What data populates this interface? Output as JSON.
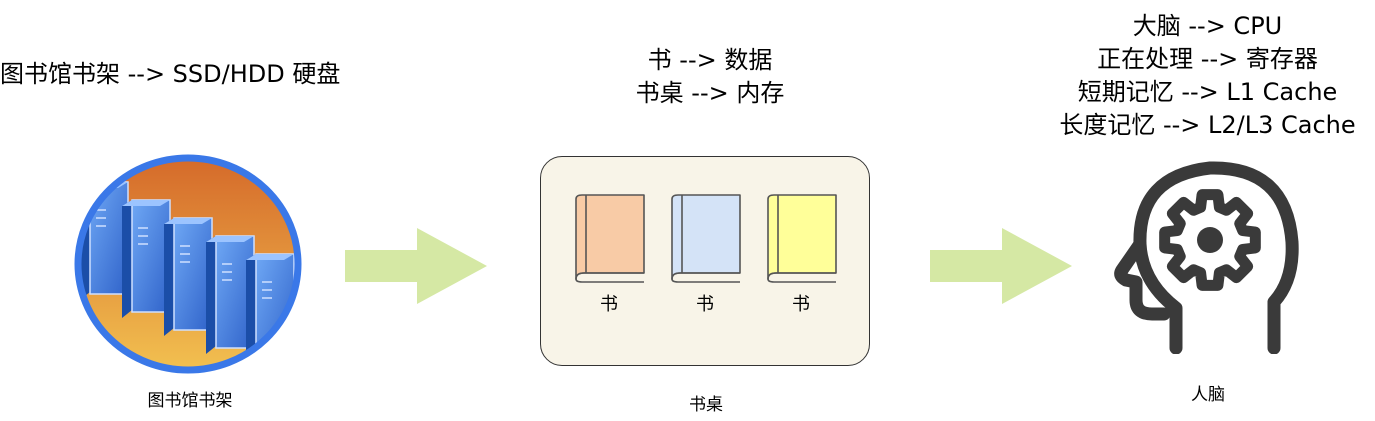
{
  "left": {
    "heading": "图书馆书架 --> SSD/HDD 硬盘",
    "caption": "图书馆书架"
  },
  "middle": {
    "heading_lines": [
      "书 --> 数据",
      "书桌 --> 内存"
    ],
    "caption": "书桌",
    "books": [
      {
        "label": "书",
        "cover": "#f8cba6",
        "outline": "#555555"
      },
      {
        "label": "书",
        "cover": "#d4e3f7",
        "outline": "#555555"
      },
      {
        "label": "书",
        "cover": "#ffff99",
        "outline": "#555555"
      }
    ]
  },
  "right": {
    "heading_lines": [
      "大脑 --> CPU",
      "正在处理 --> 寄存器",
      "短期记忆 --> L1 Cache",
      "长度记忆 --> L2/L3 Cache"
    ],
    "caption": "人脑"
  },
  "colors": {
    "arrow": "#d5e8a4",
    "desk_fill": "#f8f4e8",
    "desk_border": "#333333",
    "shelf_ring": "#3a78e8",
    "shelf_bg_top": "#d56a2a",
    "shelf_bg_bottom": "#f2c050",
    "server_front": "#3f7ee0",
    "server_side": "#1b4ea8",
    "head_icon": "#3a3a3a"
  },
  "icons": {
    "shelf": "server-rack-icon",
    "head": "head-gear-icon",
    "arrow": "arrow-right-icon"
  }
}
